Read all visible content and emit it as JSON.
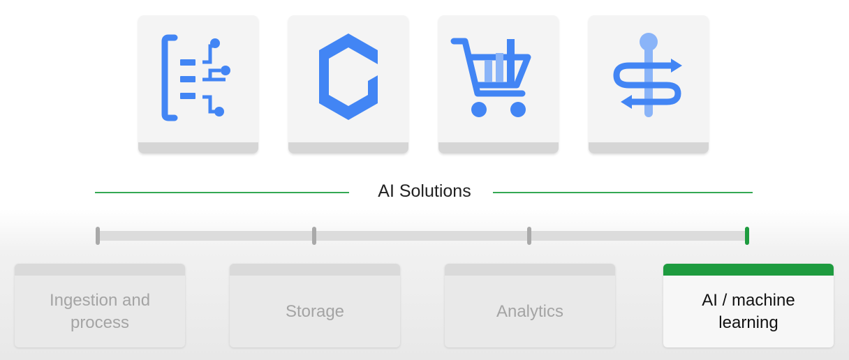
{
  "icons": [
    {
      "name": "data-ingestion-icon"
    },
    {
      "name": "hexagon-logo-icon"
    },
    {
      "name": "shopping-cart-analytics-icon"
    },
    {
      "name": "medical-staff-icon"
    }
  ],
  "section": {
    "title": "AI Solutions"
  },
  "stages": [
    {
      "label": "Ingestion and process",
      "active": false
    },
    {
      "label": "Storage",
      "active": false
    },
    {
      "label": "Analytics",
      "active": false
    },
    {
      "label": "AI / machine learning",
      "active": true
    }
  ],
  "colors": {
    "accent_green": "#1e9b3f",
    "icon_blue": "#4285f4",
    "icon_light_blue": "#8ab4f8",
    "inactive_text": "#a4a4a4"
  }
}
